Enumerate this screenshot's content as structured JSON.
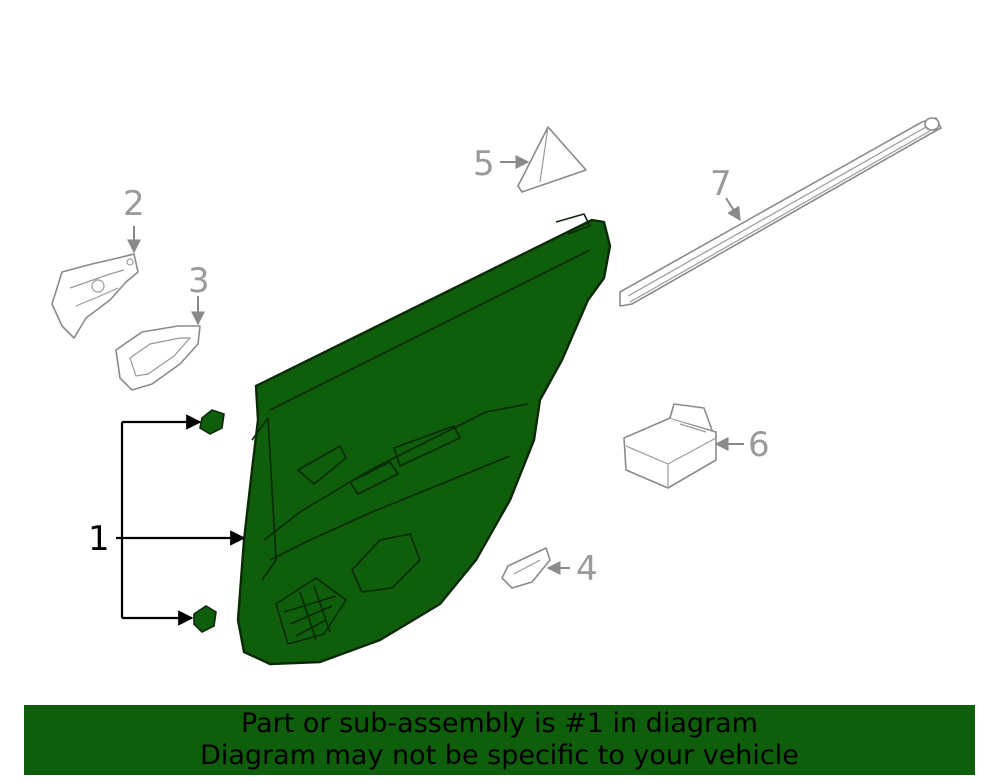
{
  "callouts": {
    "c1": "1",
    "c2": "2",
    "c3": "3",
    "c4": "4",
    "c5": "5",
    "c6": "6",
    "c7": "7"
  },
  "banner": {
    "line1": "Part or sub-assembly is #1 in diagram",
    "line2": "Diagram may not be specific to your vehicle"
  },
  "colors": {
    "highlight": "#0f5e0c",
    "line": "#8a8a8a",
    "callout_main": "#000000"
  }
}
